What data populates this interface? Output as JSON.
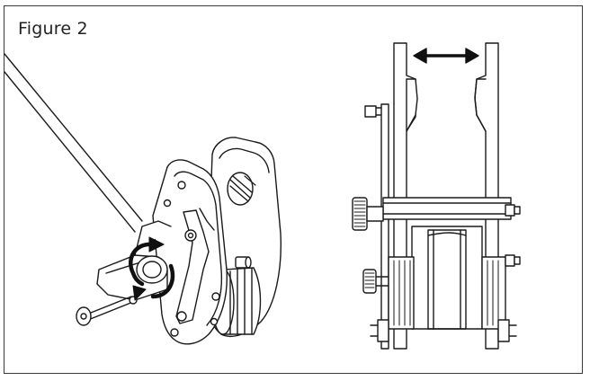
{
  "figure": {
    "title": "Figure 2"
  },
  "colors": {
    "line": "#1a1a1a",
    "frame": "#3a3a3a",
    "fill": "#ffffff"
  },
  "illustrations": [
    {
      "name": "tool-rotation-view",
      "arrow": "clockwise-rotation-icon"
    },
    {
      "name": "front-view",
      "arrow": "double-headed-horizontal-arrow-icon"
    }
  ]
}
